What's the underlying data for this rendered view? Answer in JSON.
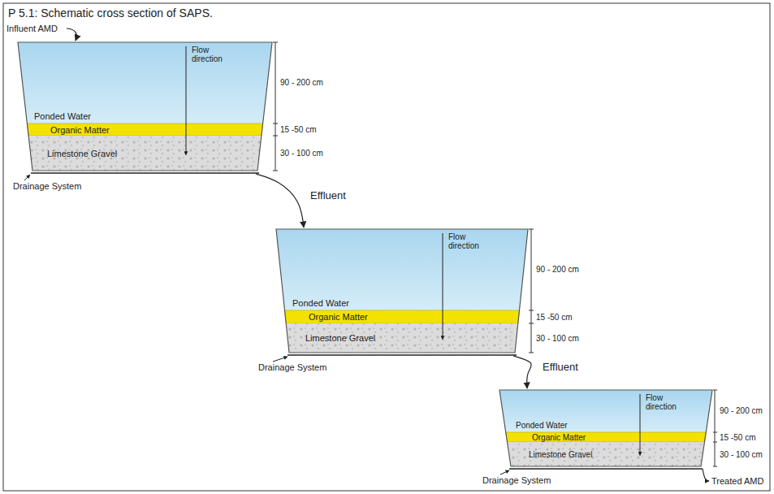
{
  "diagram": {
    "title": "P 5.1: Schematic cross section of SAPS.",
    "nodes": [
      {
        "text": [
          "Flow direction",
          "Ponded Water",
          "Organic Matter",
          "Limestone Gravel"
        ]
      },
      {
        "text": [
          "Flow direction",
          "Ponded Water",
          "Organic Matter",
          "Limestone Gravel"
        ]
      },
      {
        "text": [
          "Flow direction",
          "Ponded Water",
          "Organic Matter",
          "Limestone Gravel"
        ]
      }
    ],
    "edges": [
      {
        "from": 0,
        "to": 1,
        "arrow": "to",
        "label": "Effluent"
      },
      {
        "from": 1,
        "to": 2,
        "arrow": "to",
        "label": "Effluent"
      }
    ],
    "labels": [
      "Influent AMD",
      "90 - 200 cm",
      "15 -50 cm",
      "30 - 100 cm",
      "Drainage System",
      "90 - 200 cm",
      "15 -50 cm",
      "30 - 100 cm",
      "Drainage System",
      "90 - 200 cm",
      "15 -50 cm",
      "30 - 100 cm",
      "Drainage System",
      "Treated AMD"
    ]
  }
}
